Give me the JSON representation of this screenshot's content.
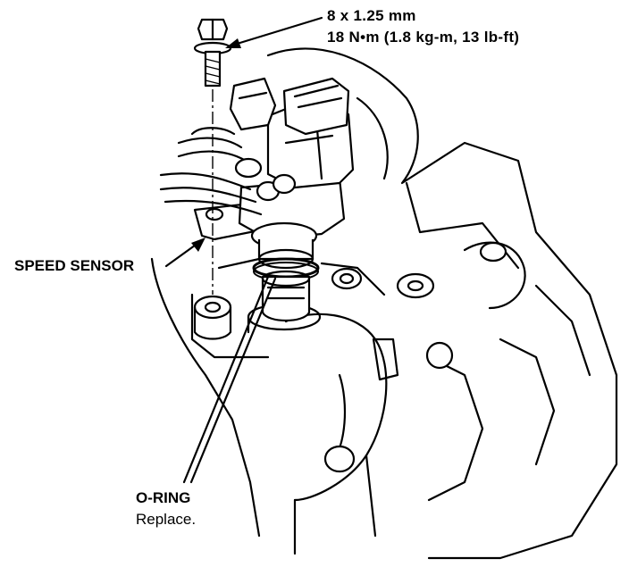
{
  "diagram": {
    "bolt_spec": {
      "size": "8 x 1.25 mm",
      "torque": "18 N•m (1.8 kg-m, 13 lb-ft)"
    },
    "labels": {
      "speed_sensor": "SPEED SENSOR",
      "o_ring": "O-RING",
      "o_ring_note": "Replace."
    }
  }
}
